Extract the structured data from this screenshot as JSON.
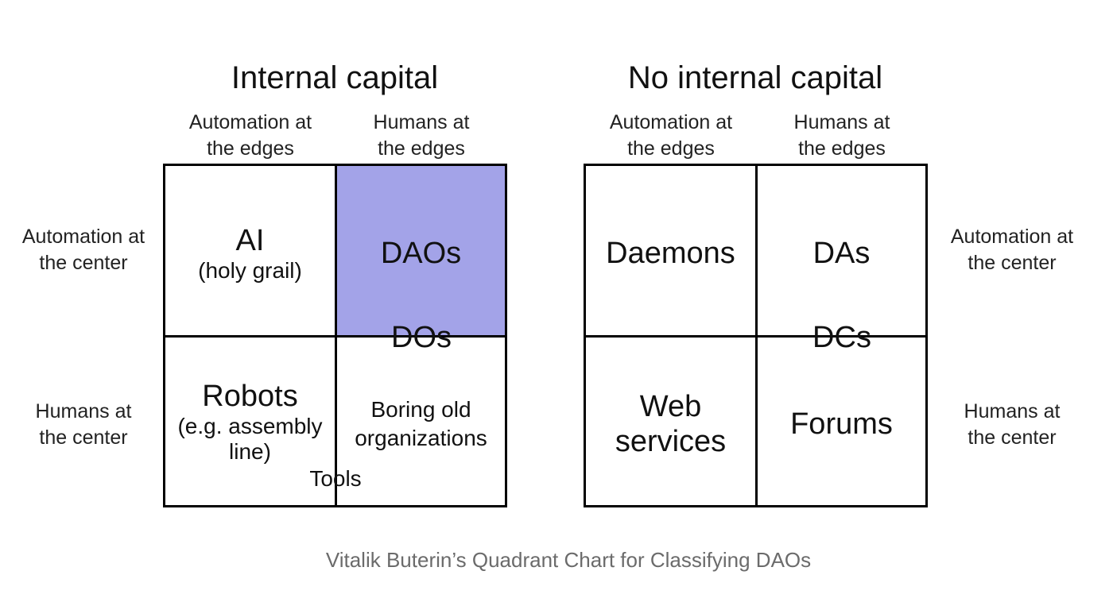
{
  "left_panel": {
    "title": "Internal capital",
    "col_headers": [
      {
        "line1": "Automation at",
        "line2": "the edges"
      },
      {
        "line1": "Humans at",
        "line2": "the edges"
      }
    ],
    "row_headers": [
      {
        "line1": "Automation at",
        "line2": "the center"
      },
      {
        "line1": "Humans at",
        "line2": "the center"
      }
    ],
    "cells": {
      "top_left": {
        "title": "AI",
        "subtitle": "(holy grail)"
      },
      "top_right": {
        "title": "DAOs"
      },
      "bottom_left": {
        "title": "Robots",
        "subtitle_line1": "(e.g. assembly",
        "subtitle_line2": "line)"
      },
      "bottom_right": {
        "line1": "Boring old",
        "line2": "organizations"
      }
    },
    "overlays": {
      "center": "DOs",
      "bottom_center": "Tools"
    },
    "highlight_color": "#a3a3e8"
  },
  "right_panel": {
    "title": "No internal capital",
    "col_headers": [
      {
        "line1": "Automation at",
        "line2": "the edges"
      },
      {
        "line1": "Humans at",
        "line2": "the edges"
      }
    ],
    "row_headers": [
      {
        "line1": "Automation at",
        "line2": "the center"
      },
      {
        "line1": "Humans at",
        "line2": "the center"
      }
    ],
    "cells": {
      "top_left": {
        "title": "Daemons"
      },
      "top_right": {
        "title": "DAs"
      },
      "bottom_left": {
        "line1": "Web",
        "line2": "services"
      },
      "bottom_right": {
        "title": "Forums"
      }
    },
    "overlays": {
      "center": "DCs"
    }
  },
  "caption": "Vitalik Buterin’s Quadrant Chart for Classifying DAOs"
}
